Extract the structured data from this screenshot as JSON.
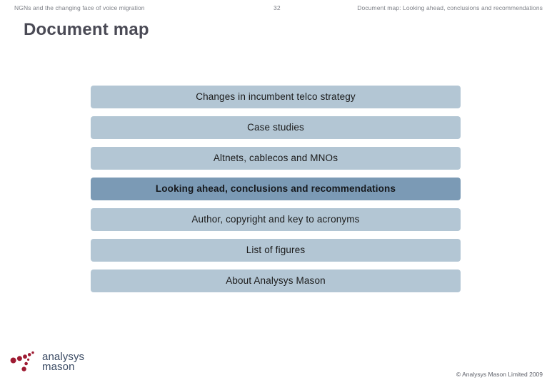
{
  "header": {
    "left_text": "NGNs and the changing face of voice migration",
    "page_number": "32",
    "right_text": "Document map: Looking ahead, conclusions and recommendations"
  },
  "title": "Document map",
  "document_map": {
    "active_index": 3,
    "bar_color": "#b3c6d4",
    "active_bar_color": "#7b9ab5",
    "items": [
      {
        "label": "Changes in incumbent telco strategy"
      },
      {
        "label": "Case studies"
      },
      {
        "label": "Altnets, cablecos and MNOs"
      },
      {
        "label": "Looking ahead, conclusions and recommendations"
      },
      {
        "label": "Author, copyright and key to acronyms"
      },
      {
        "label": "List of figures"
      },
      {
        "label": "About Analysys Mason"
      }
    ]
  },
  "logo": {
    "line1": "analysys",
    "line2": "mason",
    "dot_color": "#9e1b32",
    "text_color": "#3a4a63"
  },
  "footer": {
    "copyright": "© Analysys Mason Limited 2009"
  }
}
